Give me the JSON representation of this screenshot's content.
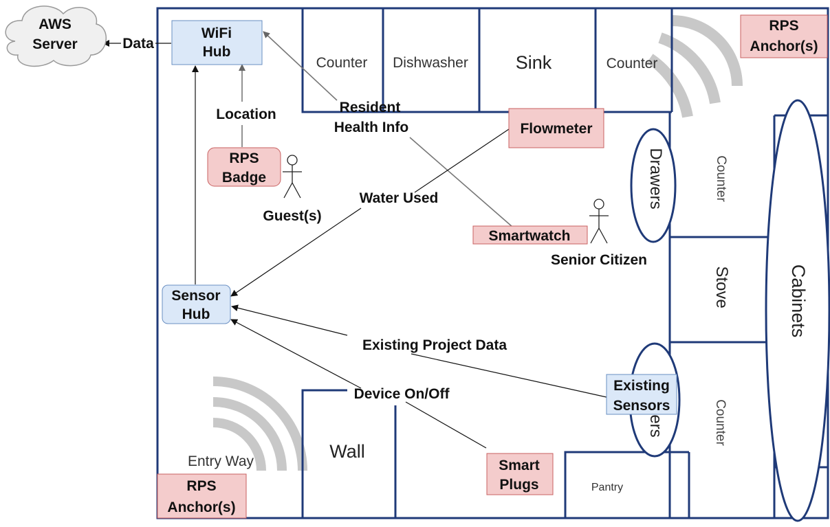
{
  "diagram": {
    "cloud": {
      "line1": "AWS",
      "line2": "Server"
    },
    "wifi_hub": {
      "line1": "WiFi",
      "line2": "Hub"
    },
    "sensor_hub": {
      "line1": "Sensor",
      "line2": "Hub"
    },
    "rps_badge": {
      "line1": "RPS",
      "line2": "Badge"
    },
    "rps_anchor_top": {
      "line1": "RPS",
      "line2": "Anchor(s)"
    },
    "rps_anchor_bottom": {
      "line1": "RPS",
      "line2": "Anchor(s)"
    },
    "flowmeter": "Flowmeter",
    "smartwatch": "Smartwatch",
    "existing_sensors": {
      "line1": "Existing",
      "line2": "Sensors"
    },
    "smart_plugs": {
      "line1": "Smart",
      "line2": "Plugs"
    },
    "guest": "Guest(s)",
    "senior": "Senior Citizen",
    "edge_labels": {
      "data": "Data",
      "location": "Location",
      "resident_health": {
        "line1": "Resident",
        "line2": "Health Info"
      },
      "water_used": "Water Used",
      "existing_project_data": "Existing Project Data",
      "device_on_off": "Device On/Off"
    },
    "rooms": {
      "counter_1": "Counter",
      "dishwasher": "Dishwasher",
      "sink": "Sink",
      "counter_2": "Counter",
      "counter_right_top": "Counter",
      "drawers_top": "Drawers",
      "stove": "Stove",
      "cabinets": "Cabinets",
      "drawers_bottom": "Drawers",
      "counter_right_bottom": "Counter",
      "wall": "Wall",
      "entry_way": "Entry Way",
      "pantry": "Pantry"
    }
  }
}
